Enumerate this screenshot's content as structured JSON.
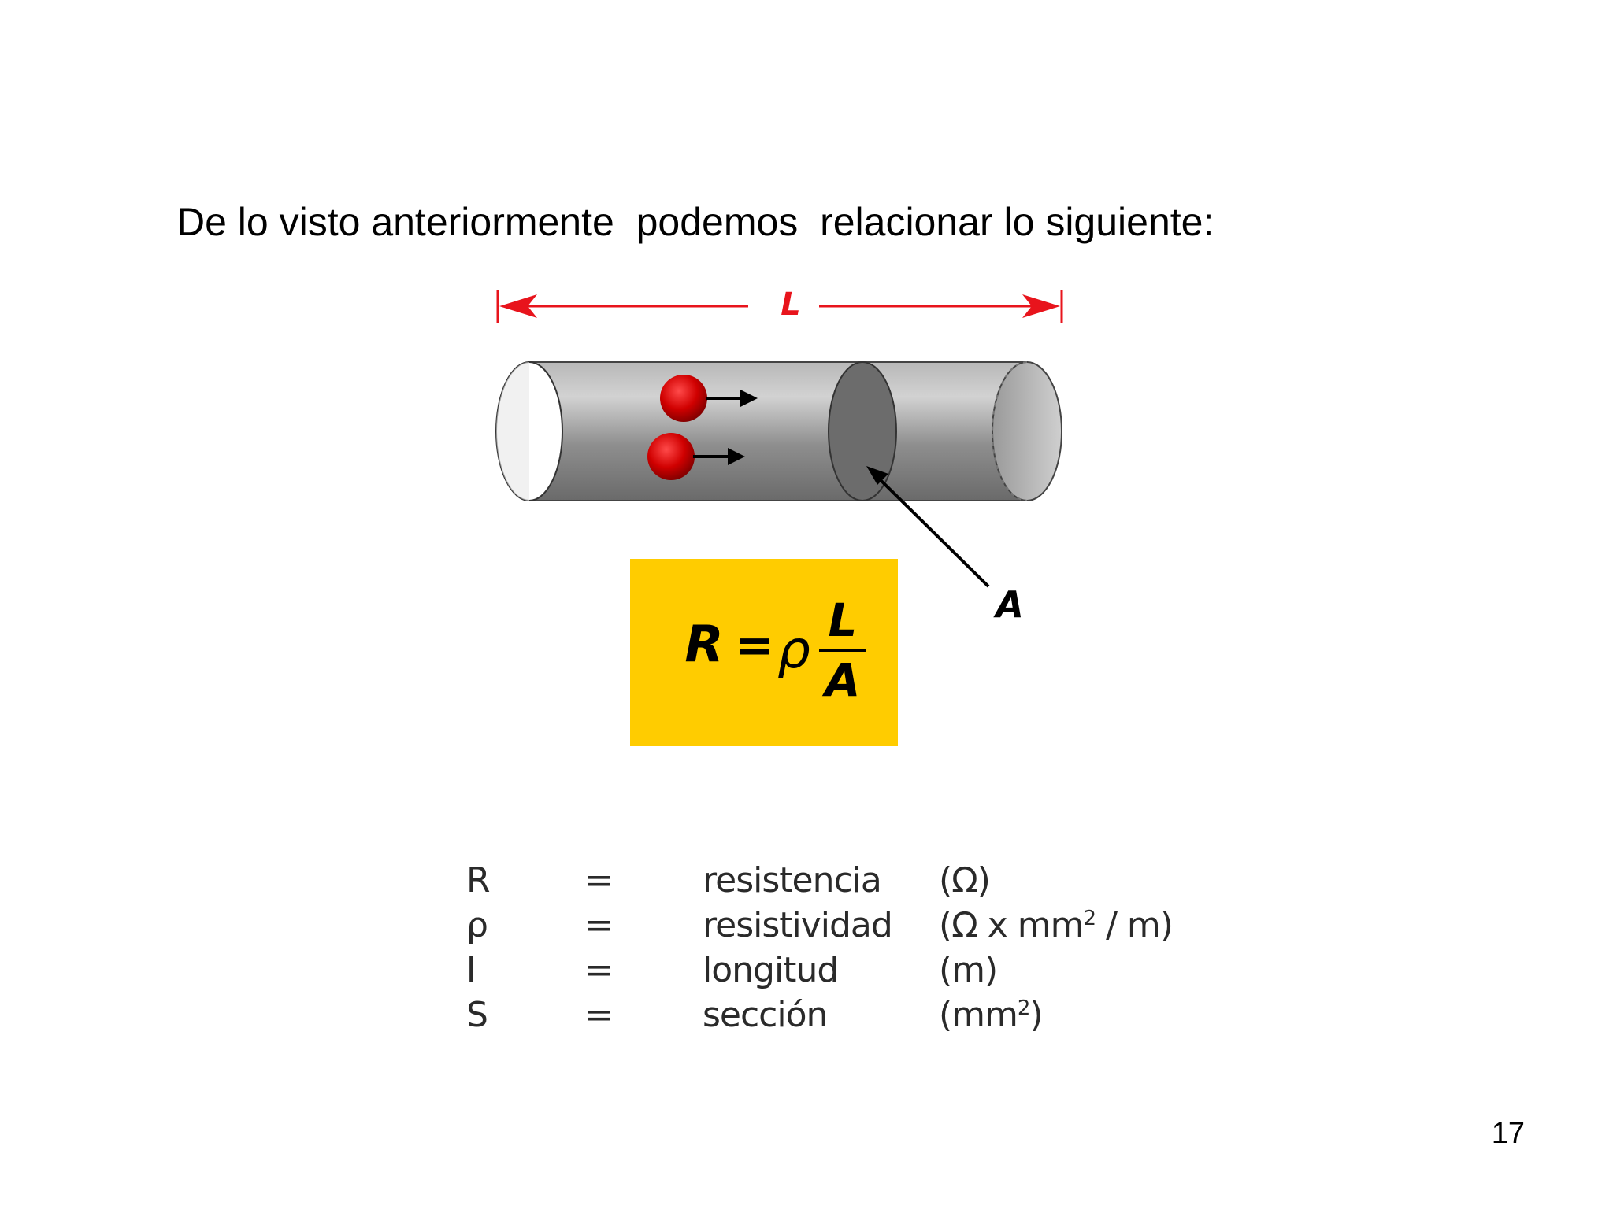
{
  "heading": "De lo visto anteriormente  podemos  relacionar lo siguiente:",
  "diagram": {
    "length_label": "L",
    "area_label": "A",
    "formula": {
      "lhs": "R",
      "equals": "=",
      "rho": "ρ",
      "numerator": "L",
      "denominator": "A"
    },
    "colors": {
      "dimension_arrow": "#e8141c",
      "cylinder": "#8c8c8c",
      "electron": "#d10000",
      "formula_box": "#ffcc00"
    }
  },
  "legend": [
    {
      "symbol": "R",
      "equals": "=",
      "name": "resistencia",
      "unit": "(Ω)"
    },
    {
      "symbol": "ρ",
      "equals": "=",
      "name": "resistividad",
      "unit_main": "(Ω x mm",
      "unit_sup": "2",
      "unit_tail": " / m)"
    },
    {
      "symbol": "l",
      "equals": "=",
      "name": "longitud",
      "unit": "(m)"
    },
    {
      "symbol": "S",
      "equals": "=",
      "name": "sección",
      "unit_main": "(mm",
      "unit_sup": "2",
      "unit_tail": ")"
    }
  ],
  "page_number": "17"
}
